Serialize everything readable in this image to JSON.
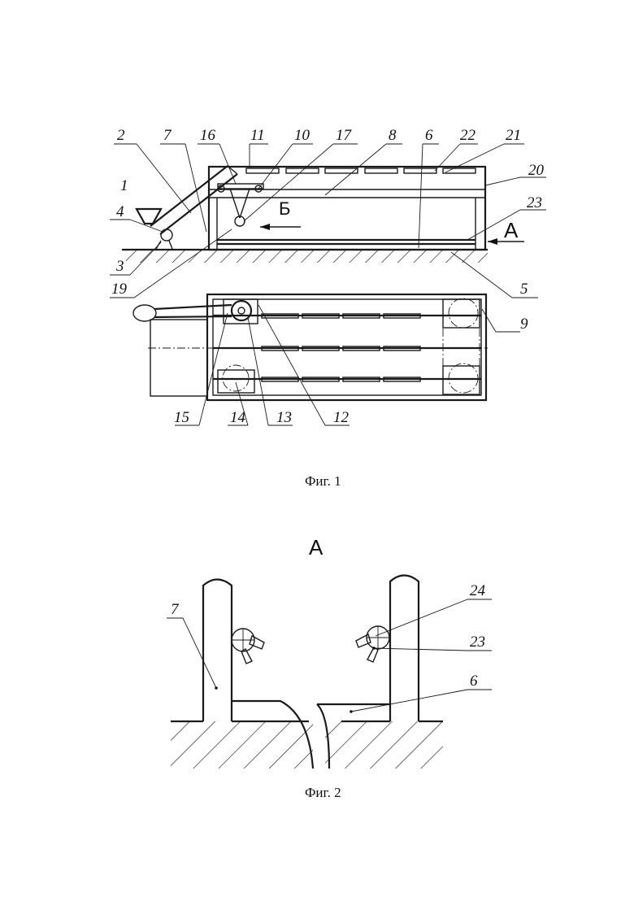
{
  "figure1": {
    "caption": "Фиг. 1",
    "view_letter_b": "Б",
    "view_letter_a": "А",
    "labels": {
      "l1": "1",
      "l2": "2",
      "l3": "3",
      "l4": "4",
      "l5": "5",
      "l6": "6",
      "l7": "7",
      "l8": "8",
      "l9": "9",
      "l10": "10",
      "l11": "11",
      "l12": "12",
      "l13": "13",
      "l14": "14",
      "l15": "15",
      "l16": "16",
      "l17": "17",
      "l19": "19",
      "l20": "20",
      "l21": "21",
      "l22": "22",
      "l23": "23"
    }
  },
  "figure2": {
    "caption": "Фиг. 2",
    "view_title": "А",
    "labels": {
      "l7": "7",
      "l24": "24",
      "l23": "23",
      "l6": "6"
    }
  }
}
